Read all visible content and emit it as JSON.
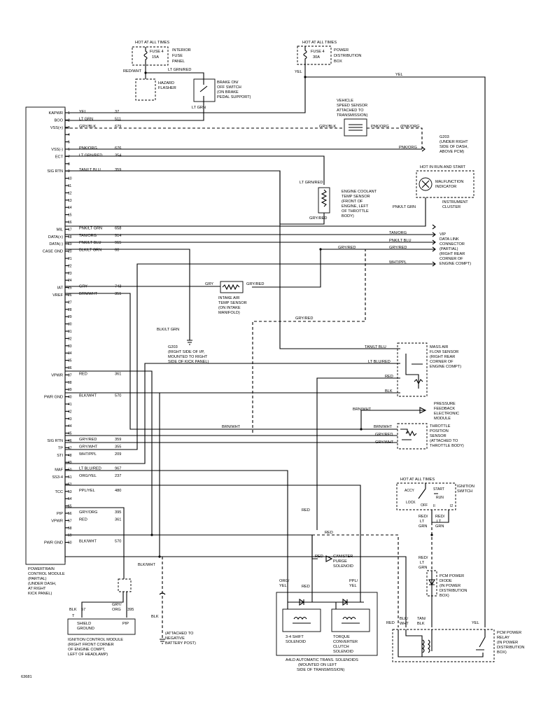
{
  "pcm": {
    "pins": [
      {
        "n": "1",
        "func": "KAPWR",
        "color": "YEL",
        "circuit": "37"
      },
      {
        "n": "2",
        "func": "BOO",
        "color": "LT GRN",
        "circuit": "511"
      },
      {
        "n": "3",
        "func": "VSS(+)",
        "color": "GRY/BLK",
        "circuit": "679"
      },
      {
        "n": "4",
        "func": "",
        "color": "",
        "circuit": ""
      },
      {
        "n": "5",
        "func": "",
        "color": "",
        "circuit": ""
      },
      {
        "n": "6",
        "func": "VSS(-)",
        "color": "PNK/ORG",
        "circuit": "676"
      },
      {
        "n": "7",
        "func": "ECT",
        "color": "LT GRN/RED",
        "circuit": "354"
      },
      {
        "n": "8",
        "func": "",
        "color": "",
        "circuit": ""
      },
      {
        "n": "9",
        "func": "SIG RTN",
        "color": "TAN/LT BLU",
        "circuit": "359"
      },
      {
        "n": "10",
        "func": "",
        "color": "",
        "circuit": ""
      },
      {
        "n": "11",
        "func": "",
        "color": "",
        "circuit": ""
      },
      {
        "n": "12",
        "func": "",
        "color": "",
        "circuit": ""
      },
      {
        "n": "13",
        "func": "",
        "color": "",
        "circuit": ""
      },
      {
        "n": "14",
        "func": "",
        "color": "",
        "circuit": ""
      },
      {
        "n": "15",
        "func": "",
        "color": "",
        "circuit": ""
      },
      {
        "n": "16",
        "func": "",
        "color": "",
        "circuit": ""
      },
      {
        "n": "17",
        "func": "MIL",
        "color": "PNK/LT GRN",
        "circuit": "658"
      },
      {
        "n": "18",
        "func": "DATA(+)",
        "color": "TAN/ORG",
        "circuit": "914"
      },
      {
        "n": "19",
        "func": "DATA(-)",
        "color": "PNK/LT BLU",
        "circuit": "915"
      },
      {
        "n": "20",
        "func": "CASE GND",
        "color": "BLK/LT GRN",
        "circuit": "60"
      },
      {
        "n": "21",
        "func": "",
        "color": "",
        "circuit": ""
      },
      {
        "n": "22",
        "func": "",
        "color": "",
        "circuit": ""
      },
      {
        "n": "23",
        "func": "",
        "color": "",
        "circuit": ""
      },
      {
        "n": "24",
        "func": "",
        "color": "",
        "circuit": ""
      },
      {
        "n": "25",
        "func": "IAT",
        "color": "GRY",
        "circuit": "743"
      },
      {
        "n": "26",
        "func": "VREF",
        "color": "BRN/WHT",
        "circuit": "351"
      },
      {
        "n": "27",
        "func": "",
        "color": "",
        "circuit": ""
      },
      {
        "n": "28",
        "func": "",
        "color": "",
        "circuit": ""
      },
      {
        "n": "29",
        "func": "",
        "color": "",
        "circuit": ""
      },
      {
        "n": "30",
        "func": "",
        "color": "",
        "circuit": ""
      },
      {
        "n": "31",
        "func": "",
        "color": "",
        "circuit": ""
      },
      {
        "n": "32",
        "func": "",
        "color": "",
        "circuit": ""
      },
      {
        "n": "33",
        "func": "",
        "color": "",
        "circuit": ""
      },
      {
        "n": "34",
        "func": "",
        "color": "",
        "circuit": ""
      },
      {
        "n": "35",
        "func": "",
        "color": "",
        "circuit": ""
      },
      {
        "n": "36",
        "func": "",
        "color": "",
        "circuit": ""
      },
      {
        "n": "37",
        "func": "VPWR",
        "color": "RED",
        "circuit": "361"
      },
      {
        "n": "38",
        "func": "",
        "color": "",
        "circuit": ""
      },
      {
        "n": "39",
        "func": "",
        "color": "",
        "circuit": ""
      },
      {
        "n": "40",
        "func": "PWR GND",
        "color": "BLK/WHT",
        "circuit": "570"
      },
      {
        "n": "41",
        "func": "",
        "color": "",
        "circuit": ""
      },
      {
        "n": "42",
        "func": "",
        "color": "",
        "circuit": ""
      },
      {
        "n": "43",
        "func": "",
        "color": "",
        "circuit": ""
      },
      {
        "n": "44",
        "func": "",
        "color": "",
        "circuit": ""
      },
      {
        "n": "45",
        "func": "",
        "color": "",
        "circuit": ""
      },
      {
        "n": "46",
        "func": "SIG RTN",
        "color": "GRY/RED",
        "circuit": "359"
      },
      {
        "n": "47",
        "func": "TP",
        "color": "GRY/WHT",
        "circuit": "355"
      },
      {
        "n": "48",
        "func": "STI",
        "color": "WHT/PPL",
        "circuit": "209"
      },
      {
        "n": "49",
        "func": "",
        "color": "",
        "circuit": ""
      },
      {
        "n": "50",
        "func": "MAF",
        "color": "LT BLU/RED",
        "circuit": "967"
      },
      {
        "n": "51",
        "func": "SS3-4",
        "color": "ORG/YEL",
        "circuit": "237"
      },
      {
        "n": "52",
        "func": "",
        "color": "",
        "circuit": ""
      },
      {
        "n": "53",
        "func": "TCC",
        "color": "PPL/YEL",
        "circuit": "480"
      },
      {
        "n": "54",
        "func": "",
        "color": "",
        "circuit": ""
      },
      {
        "n": "55",
        "func": "",
        "color": "",
        "circuit": ""
      },
      {
        "n": "56",
        "func": "PIP",
        "color": "GRY/ORG",
        "circuit": "395"
      },
      {
        "n": "57",
        "func": "VPWR",
        "color": "RED",
        "circuit": "361"
      },
      {
        "n": "58",
        "func": "",
        "color": "",
        "circuit": ""
      },
      {
        "n": "59",
        "func": "",
        "color": "",
        "circuit": ""
      },
      {
        "n": "60",
        "func": "PWR GND",
        "color": "BLK/WHT",
        "circuit": "570"
      }
    ],
    "label": [
      "POWERTRAIN",
      "CONTROL MODULE",
      "(PARTIAL)",
      "(UNDER DASH,",
      "AT RIGHT",
      "KICK PANEL)"
    ]
  },
  "labels": {
    "fuse4_15a": {
      "hot": "HOT AT ALL TIMES",
      "fuse": [
        "FUSE 4",
        "15A"
      ],
      "panel": [
        "INTERIOR",
        "FUSE",
        "PANEL"
      ]
    },
    "fuse4_30a": {
      "hot": "HOT AT ALL TIMES",
      "fuse": [
        "FUSE 4",
        "30A"
      ],
      "box": [
        "POWER",
        "DISTRIBUTION",
        "BOX"
      ]
    },
    "red_wht": "RED/WHT",
    "lt_grn_red": "LT GRN/RED",
    "yel_a": "YEL",
    "yel_b": "YEL",
    "hazard": [
      "HAZARD",
      "FLASHER"
    ],
    "brake": [
      "BRAKE ON/",
      "OFF SWITCH",
      "(ON BRAKE",
      "PEDAL SUPPORT)"
    ],
    "lt_grn": "LT GRN",
    "vss": [
      "VEHICLE",
      "SPEED SENSOR",
      "ATTACHED TO",
      "TRANSMISSION)"
    ],
    "gry_blk": "GRY/BLK",
    "pnk_org_a": "PNK/ORG",
    "pnk_org_b": "(PNK/ORG",
    "pnk_org_c": "PNK/ORG",
    "g203a": [
      "G203",
      "(UNDER RIGHT",
      "SIDE OF DASH,",
      "ABOVE PCM)"
    ],
    "hot_run": "HOT IN RUN AND START",
    "mil": [
      "MALFUNCTION",
      "INDICATOR"
    ],
    "cluster": [
      "INSTRUMENT",
      "CLUSTER"
    ],
    "pnk_lt_grn_a": "PNK/LT GRN",
    "pnk_lt_grn_b": "PNK/LT GRN",
    "lt_grn_red_b": "LT GRN/RED",
    "ect": [
      "ENGINE COOLANT",
      "TEMP SENSOR",
      "(FRONT OF",
      "ENGINE, LEFT",
      "OF THROTTLE",
      "BODY)"
    ],
    "gry_red_a": "GRY/RED",
    "gry_red_b": "GRY/RED",
    "gry_red_c": "GRY/RED",
    "gry_red_d": "GRY/RED",
    "tan_org": "TAN/ORG",
    "pnk_lt_blu": "PNK/LT BLU",
    "wht_ppl": "WHT/PPL",
    "dlc": [
      "VIP",
      "DATA LINK",
      "CONNECTOR",
      "(PARTIAL)",
      "(RIGHT REAR",
      "CORNER OF",
      "ENGINE COMPT)"
    ],
    "iat_gry": "GRY",
    "iat_gry_red": "GRY/RED",
    "iat": [
      "INTAKE AIR",
      "TEMP SENSOR",
      "(ON INTAKE",
      "MANIFOLD)"
    ],
    "blk_lt_grn": "BLK/LT GRN",
    "g203b": [
      "G203",
      "(RIGHT SIDE OF I/P,",
      "MOUNTED TO RIGHT",
      "SIDE OF KICK PANEL)"
    ],
    "maf_tan": "TAN/LT BLU",
    "maf_ltblu": "LT BLU/RED",
    "maf_red": "RED",
    "maf_blk": "BLK",
    "maf": [
      "MASS AIR",
      "FLOW SENSOR",
      "(RIGHT REAR",
      "CORNER OF",
      "ENGINE COMPT)"
    ],
    "pfe_brn": "BRN/WHT",
    "pfe": [
      "PRESSURE",
      "FEEDBACK",
      "ELECTRONIC",
      "MODULE"
    ],
    "brn_wht_mid": "BRN/WHT",
    "tps_brn": "BRN/WHT",
    "tps_gry_red": "GRY/RED",
    "tps_gry_wht": "GRY/WHT",
    "tps": [
      "THROTTLE",
      "POSITION",
      "SENSOR",
      "(ATTACHED TO",
      "THROTTLE BODY)"
    ],
    "ign_hot": "HOT AT ALL TIMES",
    "ign": [
      "IGNITION",
      "SWITCH"
    ],
    "ign_pos": {
      "accy": "ACCY",
      "lock": "LOCK",
      "off": "OFF",
      "start": "START",
      "run": "RUN",
      "ii": "II",
      "i2": "I2"
    },
    "red_lt_grn_a": [
      "RED/",
      "LT",
      "GRN"
    ],
    "red_lt_grn_b": [
      "RED/",
      "LT",
      "GRN"
    ],
    "red_lt_grn_c": [
      "RED/",
      "LT",
      "GRN"
    ],
    "red_a": "RED",
    "red_b": "RED",
    "red_c": "RED",
    "red_d": "RED",
    "canister": [
      "CANISTER",
      "PURGE",
      "SOLENOID"
    ],
    "blk_wht_a": "BLK/WHT",
    "blk": "BLK",
    "battery": [
      "(ATTACHED TO",
      "NEGATIVE",
      "BATTERY POST)"
    ],
    "org_yel": [
      "ORG/",
      "YEL"
    ],
    "ppl_yel": [
      "PPL/",
      "YEL"
    ],
    "ss34": [
      "3-4 SHIFT",
      "SOLENOID"
    ],
    "tccs": [
      "TORQUE",
      "CONVERTER",
      "CLUTCH",
      "SOLENOID"
    ],
    "a4ld": [
      "A4LD AUTOMATIC TRANS. SOLENOIDS",
      "(MOUNTED ON LEFT",
      "SIDE OF TRANSMISSION)"
    ],
    "icm_wires": {
      "blk": "BLK",
      "pin57": "57",
      "gry_org": [
        "GRY/",
        "ORG"
      ],
      "pin395": "395",
      "t": "T",
      "shield": [
        "SHIELD",
        "GROUND"
      ],
      "pip": "PIP"
    },
    "icm": [
      "IGNITION CONTROL MODULE",
      "(RIGHT FRONT CORNER",
      "OF ENGINE COMPT,",
      "LEFT OF HEADLAMP)"
    ],
    "diode": [
      "PCM POWER",
      "DIODE",
      "(IN POWER",
      "DISTRIBUTION",
      "BOX)"
    ],
    "relay_wires": {
      "red": "RED",
      "blk_wht": [
        "BLK/",
        "WHT"
      ],
      "tan_blk": [
        "TAN/",
        "BLK"
      ],
      "yel": "YEL"
    },
    "relay": [
      "PCM POWER",
      "RELAY",
      "(IN POWER",
      "DISTRIBUTION",
      "BOX)"
    ],
    "figure_no": "63681"
  },
  "colors": {
    "ink": "#000000",
    "paper": "#ffffff"
  }
}
